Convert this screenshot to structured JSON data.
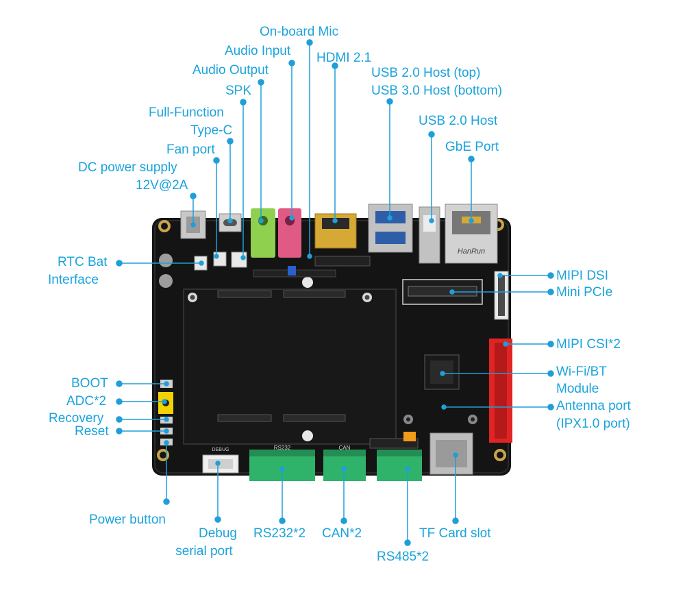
{
  "colors": {
    "annotation_text": "#1aa3dc",
    "leader_line": "#1f9fd8",
    "pcb": "#141414",
    "terminal_green": "#2fb36a",
    "mipi_csi_red": "#e02424",
    "audio_green": "#8fd14f",
    "audio_pink": "#e05a86",
    "hdmi_gold": "#d6a934",
    "button_yellow": "#f2d200"
  },
  "labels": {
    "onboard_mic": "On-board Mic",
    "audio_input": "Audio Input",
    "hdmi": "HDMI 2.1",
    "audio_output": "Audio Output",
    "usb_top": "USB 2.0 Host (top)",
    "usb_bottom": "USB 3.0 Host (bottom)",
    "spk": "SPK",
    "full_function": "Full-Function",
    "type_c": "Type-C",
    "usb20_host": "USB 2.0 Host",
    "fan_port": "Fan port",
    "gbe_port": "GbE Port",
    "dc_power": "DC power supply",
    "dc_power_rating": "12V@2A",
    "rtc_bat": "RTC Bat",
    "rtc_interface": "Interface",
    "mipi_dsi": "MIPI DSI",
    "mini_pcie": "Mini PCIe",
    "mipi_csi": "MIPI CSI*2",
    "wifi_bt": "Wi-Fi/BT",
    "wifi_module": "Module",
    "boot": "BOOT",
    "adc": "ADC*2",
    "recovery": "Recovery",
    "reset": "Reset",
    "antenna_port": "Antenna port",
    "antenna_type": "(IPX1.0 port)",
    "power_button": "Power button",
    "debug": "Debug",
    "debug_serial": "serial port",
    "rs232": "RS232*2",
    "can": "CAN*2",
    "tf_card": "TF Card slot",
    "rs485": "RS485*2"
  },
  "silkscreen": {
    "rs232": "RS232",
    "can": "CAN",
    "debug": "DEBUG",
    "eth_brand": "HanRun"
  }
}
